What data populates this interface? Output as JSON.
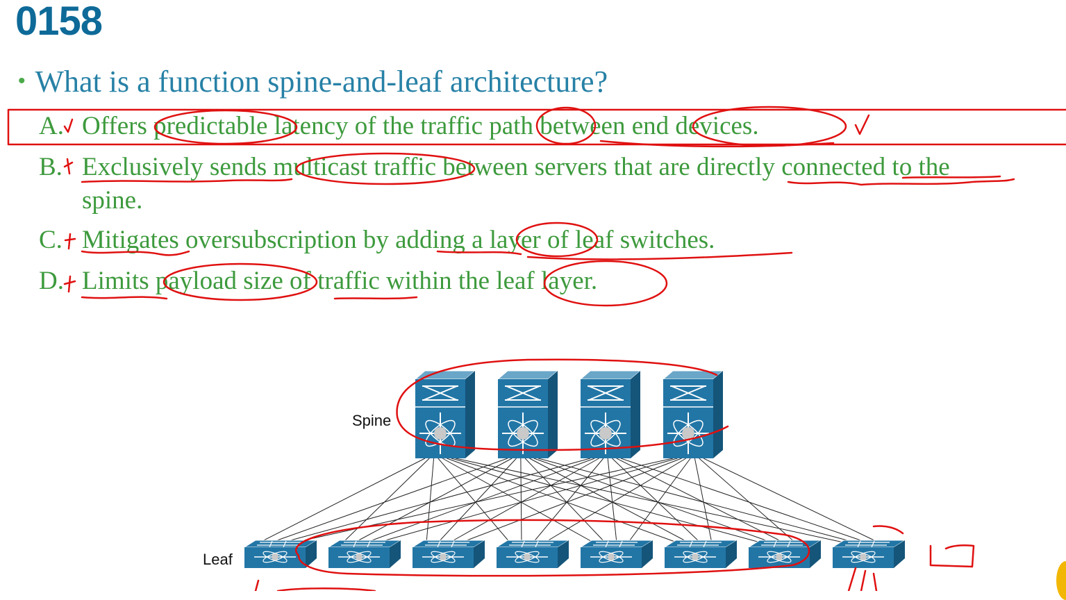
{
  "slide": {
    "number": "0158",
    "question": "What is a function spine-and-leaf architecture?"
  },
  "options": [
    {
      "letter": "A.",
      "mark": "✓",
      "text": "Offers predictable latency of the traffic path between end devices."
    },
    {
      "letter": "B.",
      "mark": "✗",
      "text": "Exclusively sends multicast traffic between servers that are directly connected to the",
      "continuation": "spine."
    },
    {
      "letter": "C.",
      "mark": "✗",
      "text": "Mitigates oversubscription by adding a layer of leaf switches."
    },
    {
      "letter": "D.",
      "mark": "✗",
      "text": "Limits payload size of traffic within the leaf layer."
    }
  ],
  "diagram": {
    "spine_label": "Spine",
    "leaf_label": "Leaf",
    "spine_count": 4,
    "leaf_count": 8,
    "switch_color": "#2276a6"
  },
  "colors": {
    "title": "#0e6a98",
    "question": "#2781a6",
    "options": "#3d9a3d",
    "annotation": "#e01010"
  }
}
